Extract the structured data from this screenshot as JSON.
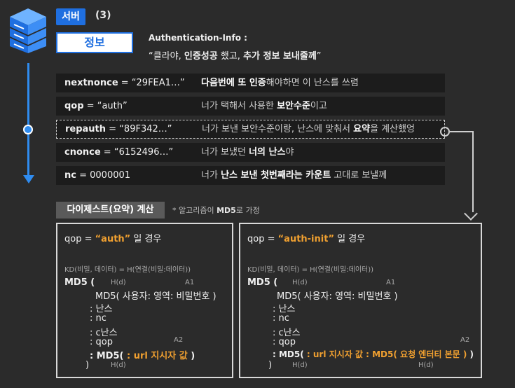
{
  "header": {
    "server_label": "서버",
    "server_count": "(3)",
    "info_label": "정보",
    "auth_title": "Authentication-Info :",
    "auth_quote_parts": [
      "“클라야, ",
      "인증성공",
      " 했고, ",
      "추가 정보 보내줄께",
      "”"
    ]
  },
  "rows": [
    {
      "name": "nextnonce",
      "value": " = “29FEA1…”",
      "desc_pre": "",
      "desc_bold": "다음번에 또 인증",
      "desc_post": "해야하면 이 난스를 쓰렴"
    },
    {
      "name": "qop",
      "value": " = “auth”",
      "desc_pre": "너가 택해서 사용한 ",
      "desc_bold": "보안수준",
      "desc_post": "이고"
    },
    {
      "name": "repauth",
      "value": " = “89F342…”",
      "desc_pre": "너가 보낸 보안수준이랑, 난스에 맞춰서 ",
      "desc_bold": "요약",
      "desc_post": "을 계산했엉"
    },
    {
      "name": "cnonce",
      "value": " = “6152496…”",
      "desc_pre": "너가 보냈던 ",
      "desc_bold": "너의 난스",
      "desc_post": "야"
    },
    {
      "name": "nc",
      "value": " = 0000001",
      "desc_pre": "너가 ",
      "desc_bold": "난스 보낸 첫번째라는 카운트",
      "desc_post": " 고대로 보낼께"
    }
  ],
  "digest": {
    "badge": "다이제스트(요약) 계산",
    "note_pre": "* 알고리즘이 ",
    "note_bold": "MD5",
    "note_post": "로 가정"
  },
  "box1": {
    "title_pre": "qop = ",
    "title_q": "“auth”",
    "title_post": " 일 경우",
    "kd": "KD(비밀, 데이터) = H(연결(비밀:데이터))",
    "md5_open": "MD5 (",
    "hd1": "H(d)",
    "a1": "A1",
    "inner": "MD5( 사용자: 영역: 비밀번호 )",
    "l1": ": 난스",
    "l2": ": nc",
    "l3": ": c난스",
    "l4": ": qop",
    "a2": "A2",
    "l5_pre": ": MD5( ",
    "l5_q": ": url 지시자 값",
    "l5_post": " )",
    "close": ")",
    "hd2": "H(d)"
  },
  "box2": {
    "title_pre": "qop = ",
    "title_q": "“auth-init”",
    "title_post": " 일 경우",
    "kd": "KD(비밀, 데이터) = H(연결(비밀:데이터))",
    "md5_open": "MD5 (",
    "hd1": "H(d)",
    "a1": "A1",
    "inner": "MD5( 사용자: 영역: 비밀번호 )",
    "l1": ": 난스",
    "l2": ": nc",
    "l3": ": c난스",
    "l4": ": qop",
    "a2": "A2",
    "l5_pre": ": MD5( ",
    "l5_q": ": url 지시자 값 : MD5( 요청 엔터티 본문 )",
    "l5_post": " )",
    "close": ")",
    "hd2": "H(d)",
    "hd3": "H(d)"
  },
  "colors": {
    "blue": "#1f6fe0",
    "orange": "#f0a030",
    "background": "#2b2b2b"
  },
  "icons": {
    "server": "server-stack-icon"
  }
}
